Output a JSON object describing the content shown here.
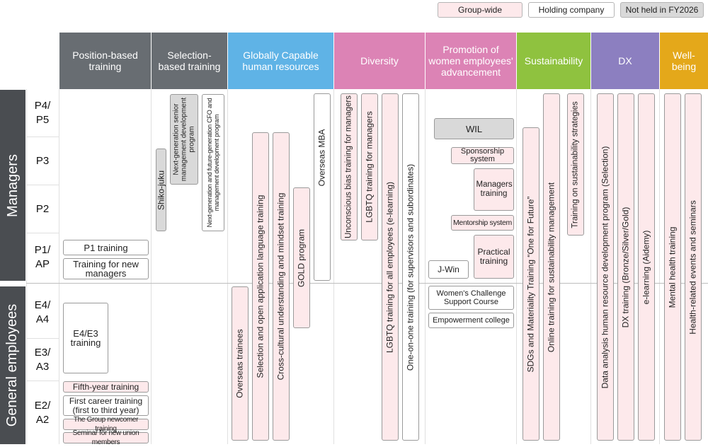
{
  "legend": {
    "group_wide": "Group-wide",
    "holding": "Holding company",
    "not_held": "Not held in FY2026"
  },
  "headers": {
    "position": "Position-based training",
    "selection": "Selection-based training",
    "global": "Globally Capable human resources",
    "diversity": "Diversity",
    "women": "Promotion of women employees' advancement",
    "sustain": "Sustainability",
    "dx": "DX",
    "wellbeing": "Well-being"
  },
  "colors": {
    "position": "#686d72",
    "selection": "#686d72",
    "global": "#5fb3e6",
    "diversity": "#dc83b5",
    "women": "#dc83b5",
    "sustain": "#8fc23f",
    "dx": "#8c7fc0",
    "wellbeing": "#e4a81a",
    "group_wide_fill": "#fde9eb",
    "not_held_fill": "#d9d9d9",
    "side_band": "#4a4d51"
  },
  "side": {
    "managers": "Managers",
    "general": "General employees"
  },
  "grades": {
    "p45": "P4/ P5",
    "p3": "P3",
    "p2": "P2",
    "p1": "P1/ AP",
    "e4": "E4/ A4",
    "e3": "E3/ A3",
    "e2": "E2/ A2"
  },
  "programs": {
    "p1_training": "P1 training",
    "new_managers": "Training for new managers",
    "e4e3": "E4/E3 training",
    "fifth_year": "Fifth-year training",
    "first_career": "First career training (first to third year)",
    "newcomer": "The Group newcomer training",
    "union": "Seminar for new union members",
    "shiko": "Shiko-juku",
    "next_senior": "Next-generation senior management development program",
    "next_cfo": "Next-generation and future-generation CFO and management development program",
    "overseas_trainees": "Overseas trainees",
    "language": "Selection and open application language training",
    "cross_cultural": "Cross-cultural understanding and mindset training",
    "gold": "GOLD program",
    "mba": "Overseas MBA",
    "unconscious": "Unconscious bias training for managers",
    "lgbtq_mgr": "LGBTQ training for managers",
    "lgbtq_all": "LGBTQ training for all employees (e-learning)",
    "one_on_one": "One-on-one training (for supervisors and subordinates)",
    "wil": "WIL",
    "sponsorship": "Sponsorship system",
    "managers_training": "Managers training",
    "mentorship": "Mentorship system",
    "practical": "Practical training",
    "jwin": "J-Win",
    "womens_challenge": "Women's Challenge Support Course",
    "empowerment": "Empowerment college",
    "sdgs": "SDGs and Materiality Training “One for Future”",
    "online_sustain": "Online training for sustainability management",
    "strategies": "Training on sustainability strategies",
    "data_analysis": "Data analysis human resource development program (Selection)",
    "dx_training": "DX training (Bronze/Silver/Gold)",
    "elearning": "e-learning (Aidemy)",
    "mental": "Mental health training",
    "health": "Health-related events and seminars"
  }
}
